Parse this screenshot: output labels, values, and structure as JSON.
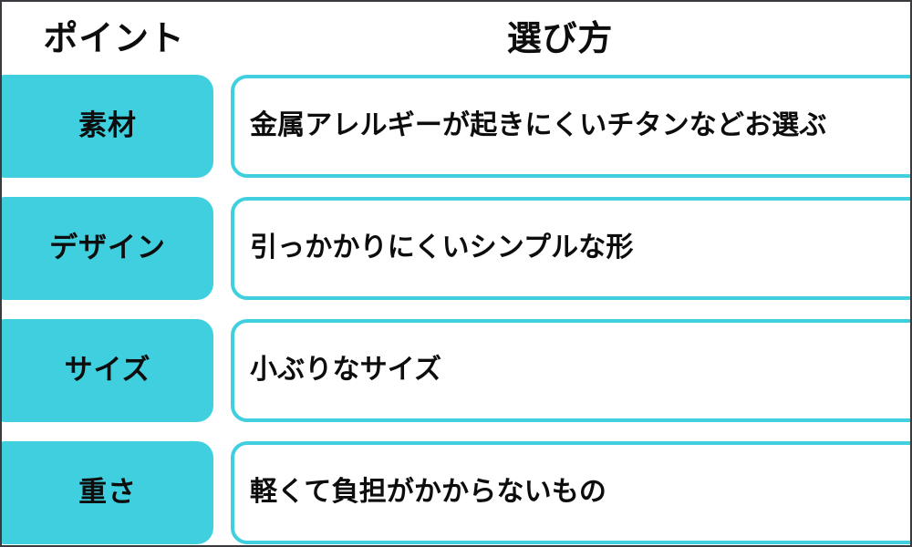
{
  "table": {
    "headers": {
      "point": "ポイント",
      "how_to_choose": "選び方"
    },
    "colors": {
      "accent": "#3fcfde",
      "text": "#0d0d0d",
      "background": "#ffffff",
      "page_border": "#3a3a3f"
    },
    "rows": [
      {
        "point": "素材",
        "description": "金属アレルギーが起きにくいチタンなどお選ぶ"
      },
      {
        "point": "デザイン",
        "description": "引っかかりにくいシンプルな形"
      },
      {
        "point": "サイズ",
        "description": "小ぶりなサイズ"
      },
      {
        "point": "重さ",
        "description": "軽くて負担がかからないもの"
      }
    ]
  }
}
